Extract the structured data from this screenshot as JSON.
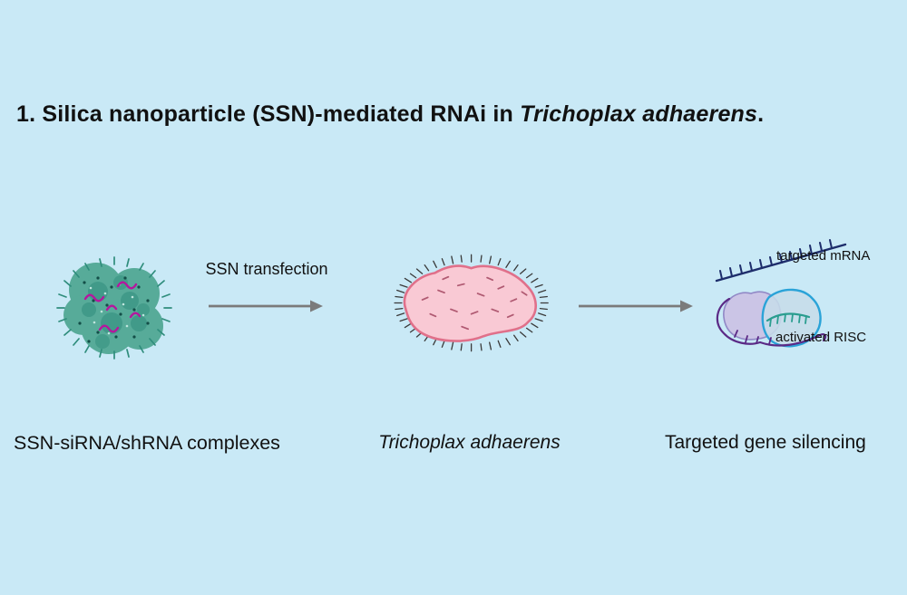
{
  "title": {
    "prefix": "1. Silica nanoparticle (SSN)-mediated RNAi in ",
    "species": "Trichoplax adhaerens",
    "suffix": "."
  },
  "flow": {
    "transfection_label": "SSN transfection",
    "captions": [
      "SSN-siRNA/shRNA complexes",
      "Trichoplax adhaerens",
      "Targeted gene silencing"
    ],
    "mrna_label": "targeted mRNA",
    "risc_label": "activated RISC"
  },
  "icons": {
    "nanoparticle": "ssn-sirna-complex-illustration",
    "arrow1": "right-arrow-icon",
    "organism": "trichoplax-illustration",
    "arrow2": "right-arrow-icon",
    "risc": "risc-gene-silencing-illustration"
  },
  "colors": {
    "background": "#c9e9f6",
    "text": "#111111",
    "arrow_gray": "#7b7b7b",
    "nanoparticle_teal": "#57ab99",
    "nanoparticle_dark_teal": "#2f8d7c",
    "nanoparticle_speckle": "#134e48",
    "rna_magenta": "#b5179e",
    "trichoplax_fill": "#f9c9d4",
    "trichoplax_outline": "#e0708a",
    "cilia_dark": "#3a3a3a",
    "mrna_navy": "#1d2d6b",
    "risc_blue_outline": "#2aa3d8",
    "risc_blue_fill": "#c6dce9",
    "risc_lavender_fill": "#cbc5e6",
    "strand_purple": "#5b2a86",
    "guide_teal": "#2a9d8f"
  }
}
